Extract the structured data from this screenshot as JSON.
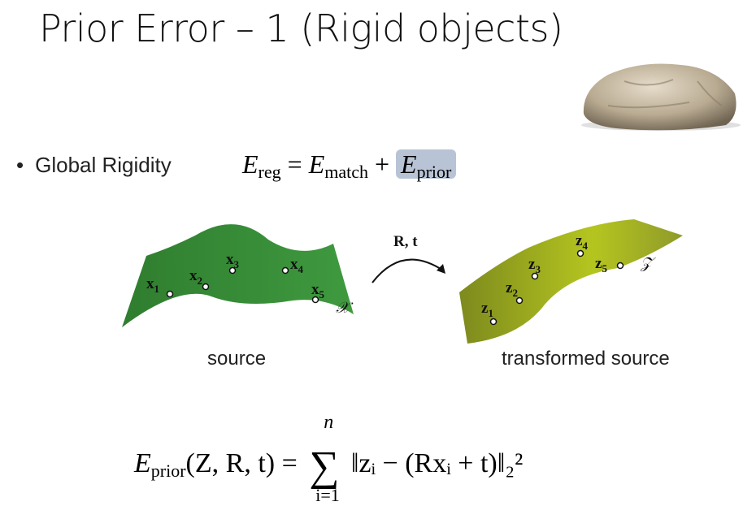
{
  "slide": {
    "title": "Prior Error – 1 (Rigid objects)",
    "bullet": "Global Rigidity",
    "image": "rock",
    "equation_reg": {
      "lhs": "E",
      "lhs_sub": "reg",
      "eq": "=",
      "t1": "E",
      "t1_sub": "match",
      "plus": "+",
      "t2": "E",
      "t2_sub": "prior"
    },
    "figure": {
      "source_label": "source",
      "transformed_label": "transformed source",
      "transform_label": "R, t",
      "source_points": [
        "x1",
        "x2",
        "x3",
        "x4",
        "x5"
      ],
      "source_set": "𝒳",
      "target_points": [
        "z1",
        "z2",
        "z3",
        "z4",
        "z5"
      ],
      "target_set": "𝒵"
    },
    "equation_prior": {
      "lhs": "E",
      "lhs_sub": "prior",
      "args": "(Z, R, t) =",
      "upper": "n",
      "lower": "i=1",
      "body": "‖z<sub>i</sub> − (Rx<sub>i</sub> + t)‖",
      "text": "‖zᵢ − (Rxᵢ + t)‖₂²"
    },
    "colors": {
      "highlight": "#b8c3d6",
      "source_green": "#3a8f3a",
      "target_yellow": "#a8b820"
    }
  }
}
